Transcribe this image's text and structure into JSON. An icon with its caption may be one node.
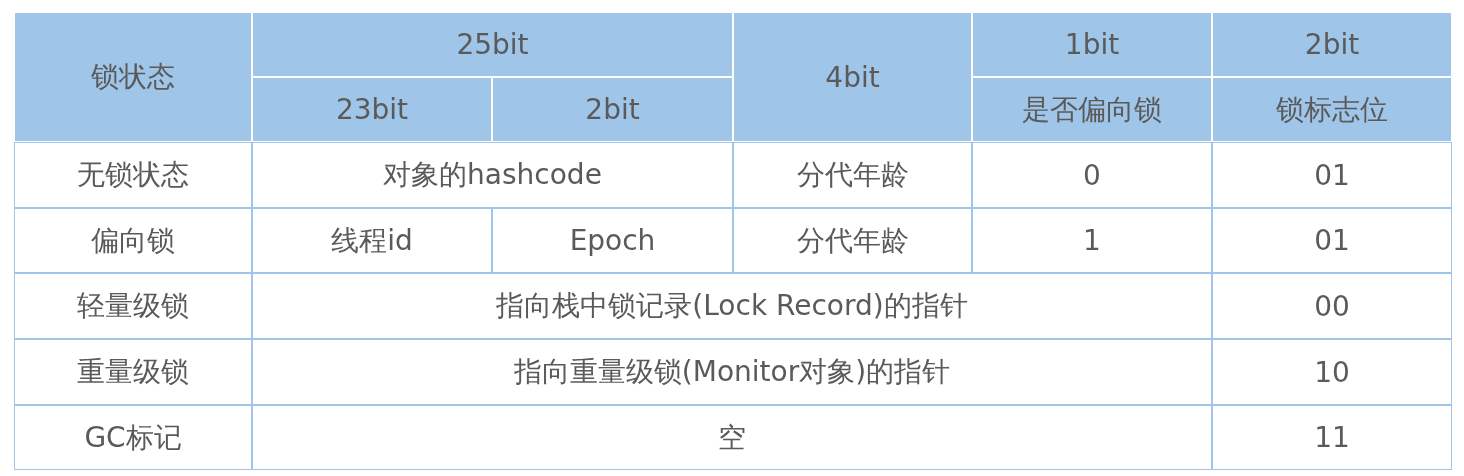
{
  "diagram": {
    "labels": [
      "锁状态",
      "25bit",
      "4bit",
      "1bit",
      "2bit",
      "23bit",
      "2bit",
      "是否偏向锁",
      "锁标志位",
      "无锁状态",
      "对象的hashcode",
      "分代年龄",
      "0",
      "01",
      "偏向锁",
      "线程id",
      "Epoch",
      "分代年龄",
      "1",
      "01",
      "轻量级锁",
      "指向栈中锁记录(Lock Record)的指针",
      "00",
      "重量级锁",
      "指向重量级锁(Monitor对象)的指针",
      "10",
      "GC标记",
      "空",
      "11"
    ]
  }
}
